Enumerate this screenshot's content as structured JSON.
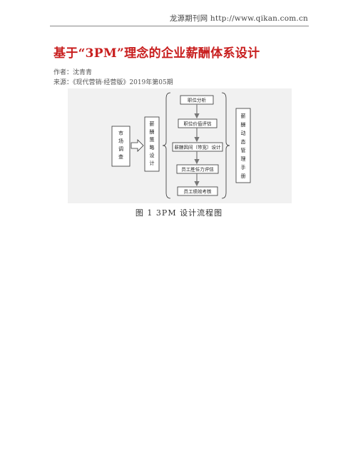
{
  "header": {
    "source_text": "龙源期刊网 http://www.qikan.com.cn"
  },
  "article": {
    "title": "基于“3PM”理念的企业薪酬体系设计",
    "author_line": "作者：沈青青",
    "source_line": "来源：《现代营销·经营版》2019年第05期"
  },
  "figure": {
    "left_box": [
      "市",
      "场",
      "调",
      "查"
    ],
    "strategy_box": [
      "薪",
      "酬",
      "策",
      "略",
      "设",
      "计"
    ],
    "right_box": [
      "薪",
      "酬",
      "动",
      "态",
      "管",
      "理",
      "手",
      "册"
    ],
    "steps": [
      "职位分析",
      "职位价值评估",
      "薪酬因间（带宽）设计",
      "员工胜任力评估",
      "员工绩效考核"
    ],
    "caption": "图 1  3PM 设计流程图"
  }
}
